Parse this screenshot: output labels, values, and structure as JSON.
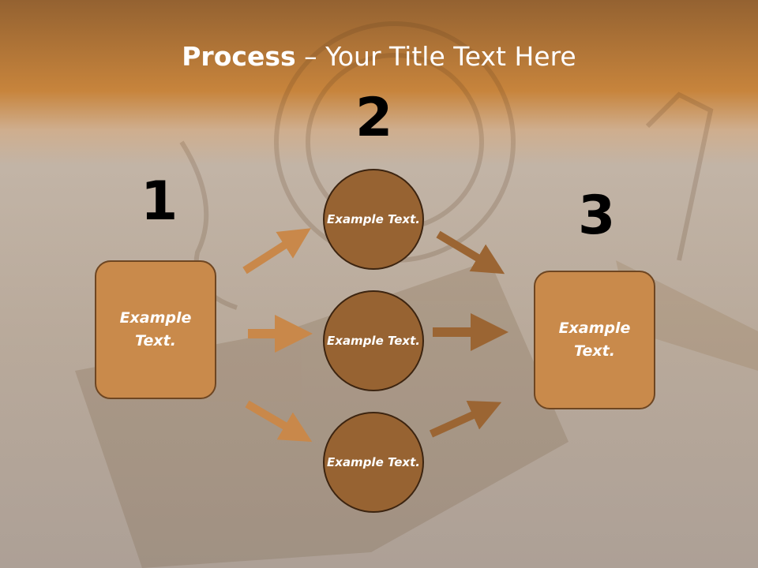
{
  "title": {
    "bold": "Process",
    "rest": " – Your Title Text Here"
  },
  "numbers": {
    "n1": "1",
    "n2": "2",
    "n3": "3"
  },
  "left_box": {
    "text": "Example Text."
  },
  "right_box": {
    "text": "Example Text."
  },
  "circles": [
    {
      "text": "Example Text."
    },
    {
      "text": "Example Text."
    },
    {
      "text": "Example Text."
    }
  ],
  "colors": {
    "box_fill": "#c98a4b",
    "circle_fill": "#976332",
    "arrow_left": "#c9884a",
    "arrow_right": "#9b6533",
    "header": "#c7843c"
  }
}
